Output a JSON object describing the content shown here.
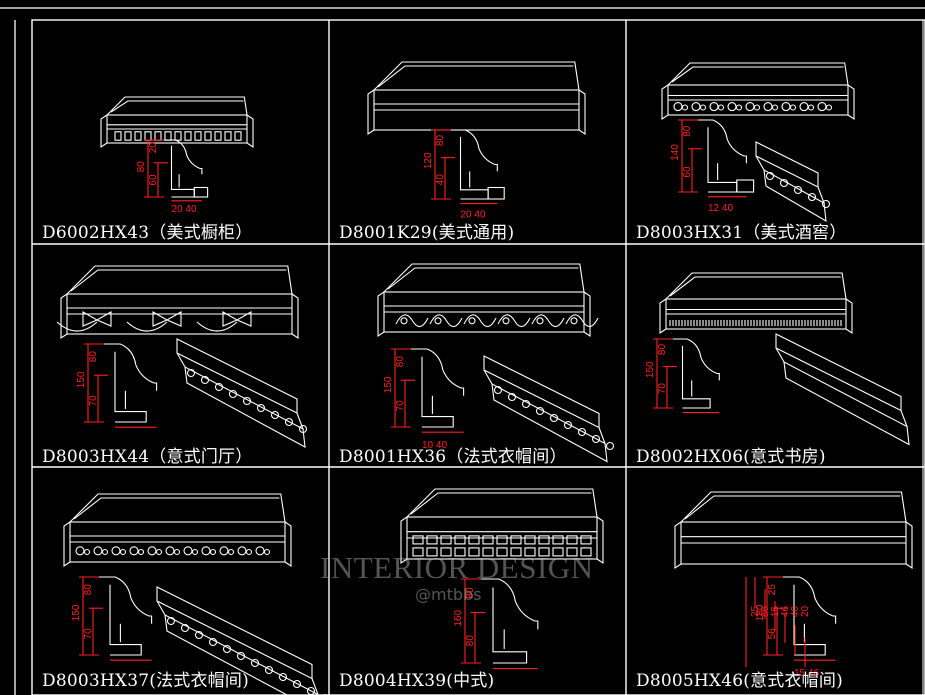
{
  "colors": {
    "background": "#000000",
    "frame": "#ffffff",
    "drawing": "#ffffff",
    "dimension": "#ff2020",
    "watermark": "#bbbbbb"
  },
  "cells": [
    {
      "id": "D6002HX43",
      "label": "D6002HX43（美式橱柜）",
      "dims": [
        {
          "text": "80"
        },
        {
          "text": "20"
        },
        {
          "text": "60"
        },
        {
          "text": "20"
        },
        {
          "text": "40"
        }
      ]
    },
    {
      "id": "D8001K29",
      "label": "D8001K29(美式通用)",
      "dims": [
        {
          "text": "120"
        },
        {
          "text": "80"
        },
        {
          "text": "40"
        },
        {
          "text": "20"
        },
        {
          "text": "40"
        }
      ]
    },
    {
      "id": "D8003HX31",
      "label": "D8003HX31（美式酒窖）",
      "dims": [
        {
          "text": "140"
        },
        {
          "text": "80"
        },
        {
          "text": "60"
        },
        {
          "text": "12"
        },
        {
          "text": "40"
        }
      ]
    },
    {
      "id": "D8003HX44",
      "label": "D8003HX44（意式门厅）",
      "dims": [
        {
          "text": "150"
        },
        {
          "text": "80"
        },
        {
          "text": "70"
        }
      ]
    },
    {
      "id": "D8001HX36",
      "label": "D8001HX36（法式衣帽间）",
      "dims": [
        {
          "text": "150"
        },
        {
          "text": "80"
        },
        {
          "text": "70"
        },
        {
          "text": "10"
        },
        {
          "text": "40"
        }
      ]
    },
    {
      "id": "D8002HX06",
      "label": "D8002HX06(意式书房)",
      "dims": [
        {
          "text": "150"
        },
        {
          "text": "80"
        },
        {
          "text": "70"
        }
      ]
    },
    {
      "id": "D8003HX37",
      "label": "D8003HX37(法式衣帽间)",
      "dims": [
        {
          "text": "150"
        },
        {
          "text": "80"
        },
        {
          "text": "70"
        }
      ]
    },
    {
      "id": "D8004HX39",
      "label": "D8004HX39(中式)",
      "dims": [
        {
          "text": "160"
        },
        {
          "text": "80"
        },
        {
          "text": "80"
        }
      ]
    },
    {
      "id": "D8005HX46",
      "label": "D8005HX46(意式衣帽间)",
      "dims": [
        {
          "text": "180"
        },
        {
          "text": "25"
        },
        {
          "text": "56"
        },
        {
          "text": "15"
        },
        {
          "text": "46"
        },
        {
          "text": "40"
        },
        {
          "text": "20"
        }
      ]
    }
  ],
  "watermark": {
    "main": "INTERIOR DESIGN",
    "sub": "@mtbbs"
  }
}
